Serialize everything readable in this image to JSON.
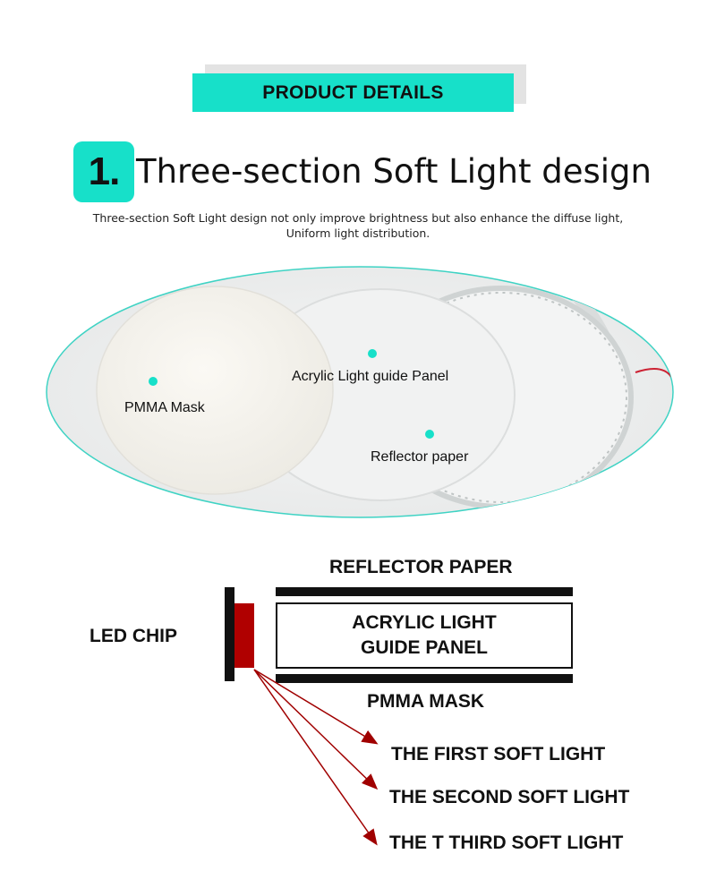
{
  "banner": {
    "title": "PRODUCT DETAILS"
  },
  "section": {
    "number": "1.",
    "title": "Three-section Soft Light design",
    "description_line1": "Three-section Soft Light design not only improve brightness but also enhance the diffuse light,",
    "description_line2": "Uniform light distribution."
  },
  "photo_labels": {
    "pmma": "PMMA Mask",
    "acrylic": "Acrylic Light guide Panel",
    "reflector": "Reflector paper"
  },
  "diagram": {
    "reflector_paper": "REFLECTOR PAPER",
    "acrylic_line1": "ACRYLIC LIGHT",
    "acrylic_line2": "GUIDE PANEL",
    "pmma_mask": "PMMA MASK",
    "led_chip": "LED CHIP",
    "first_light": "THE FIRST SOFT LIGHT",
    "second_light": "THE SECOND SOFT LIGHT",
    "third_light": "THE T THIRD SOFT LIGHT"
  },
  "colors": {
    "accent": "#17e0c9",
    "led": "#b00000",
    "arrow": "#a00000"
  }
}
